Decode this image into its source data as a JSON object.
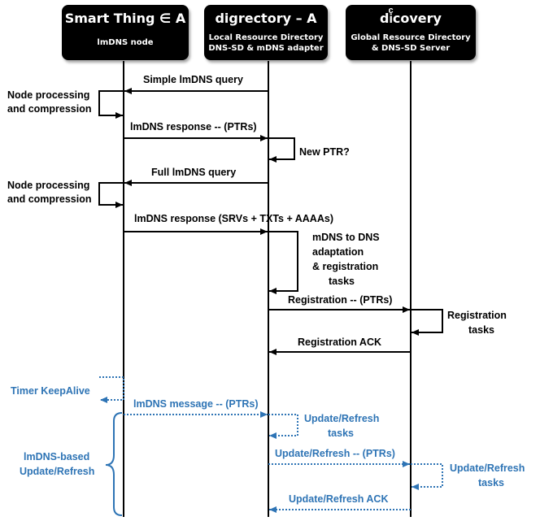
{
  "lifelines": {
    "node": {
      "title": "Smart Thing ∈ A",
      "subtitle": "lmDNS node"
    },
    "directory": {
      "title": "digrectory – A",
      "subtitle1": "Local Resource Directory",
      "subtitle2": "DNS-SD & mDNS adapter"
    },
    "discovery": {
      "title": "diͨcovery",
      "subtitle1": "Global Resource Directory",
      "subtitle2": "& DNS-SD Server"
    }
  },
  "messages": {
    "simple_query": "Simple lmDNS query",
    "node_processing_1a": "Node processing",
    "node_processing_1b": "and compression",
    "response_ptrs": "lmDNS response  -- (PTRs)",
    "new_ptr": "New PTR?",
    "full_query": "Full lmDNS query",
    "node_processing_2a": "Node processing",
    "node_processing_2b": "and compression",
    "response_full": "lmDNS response  (SRVs + TXTs + AAAAs)",
    "adaptation_1": "mDNS to DNS",
    "adaptation_2": "adaptation",
    "adaptation_3": "& registration",
    "adaptation_4": "tasks",
    "registration": "Registration -- (PTRs)",
    "registration_tasks_1": "Registration",
    "registration_tasks_2": "tasks",
    "registration_ack": "Registration ACK"
  },
  "refresh": {
    "timer": "Timer KeepAlive",
    "message": "lmDNS message -- (PTRs)",
    "update_tasks_1": "Update/Refresh",
    "update_tasks_2": "tasks",
    "brace_label_1": "lmDNS-based",
    "brace_label_2": "Update/Refresh",
    "update_msg": "Update/Refresh -- (PTRs)",
    "global_tasks_1": "Update/Refresh",
    "global_tasks_2": "tasks",
    "update_ack": "Update/Refresh ACK"
  },
  "colors": {
    "black": "#000000",
    "blue": "#2e74b5"
  }
}
